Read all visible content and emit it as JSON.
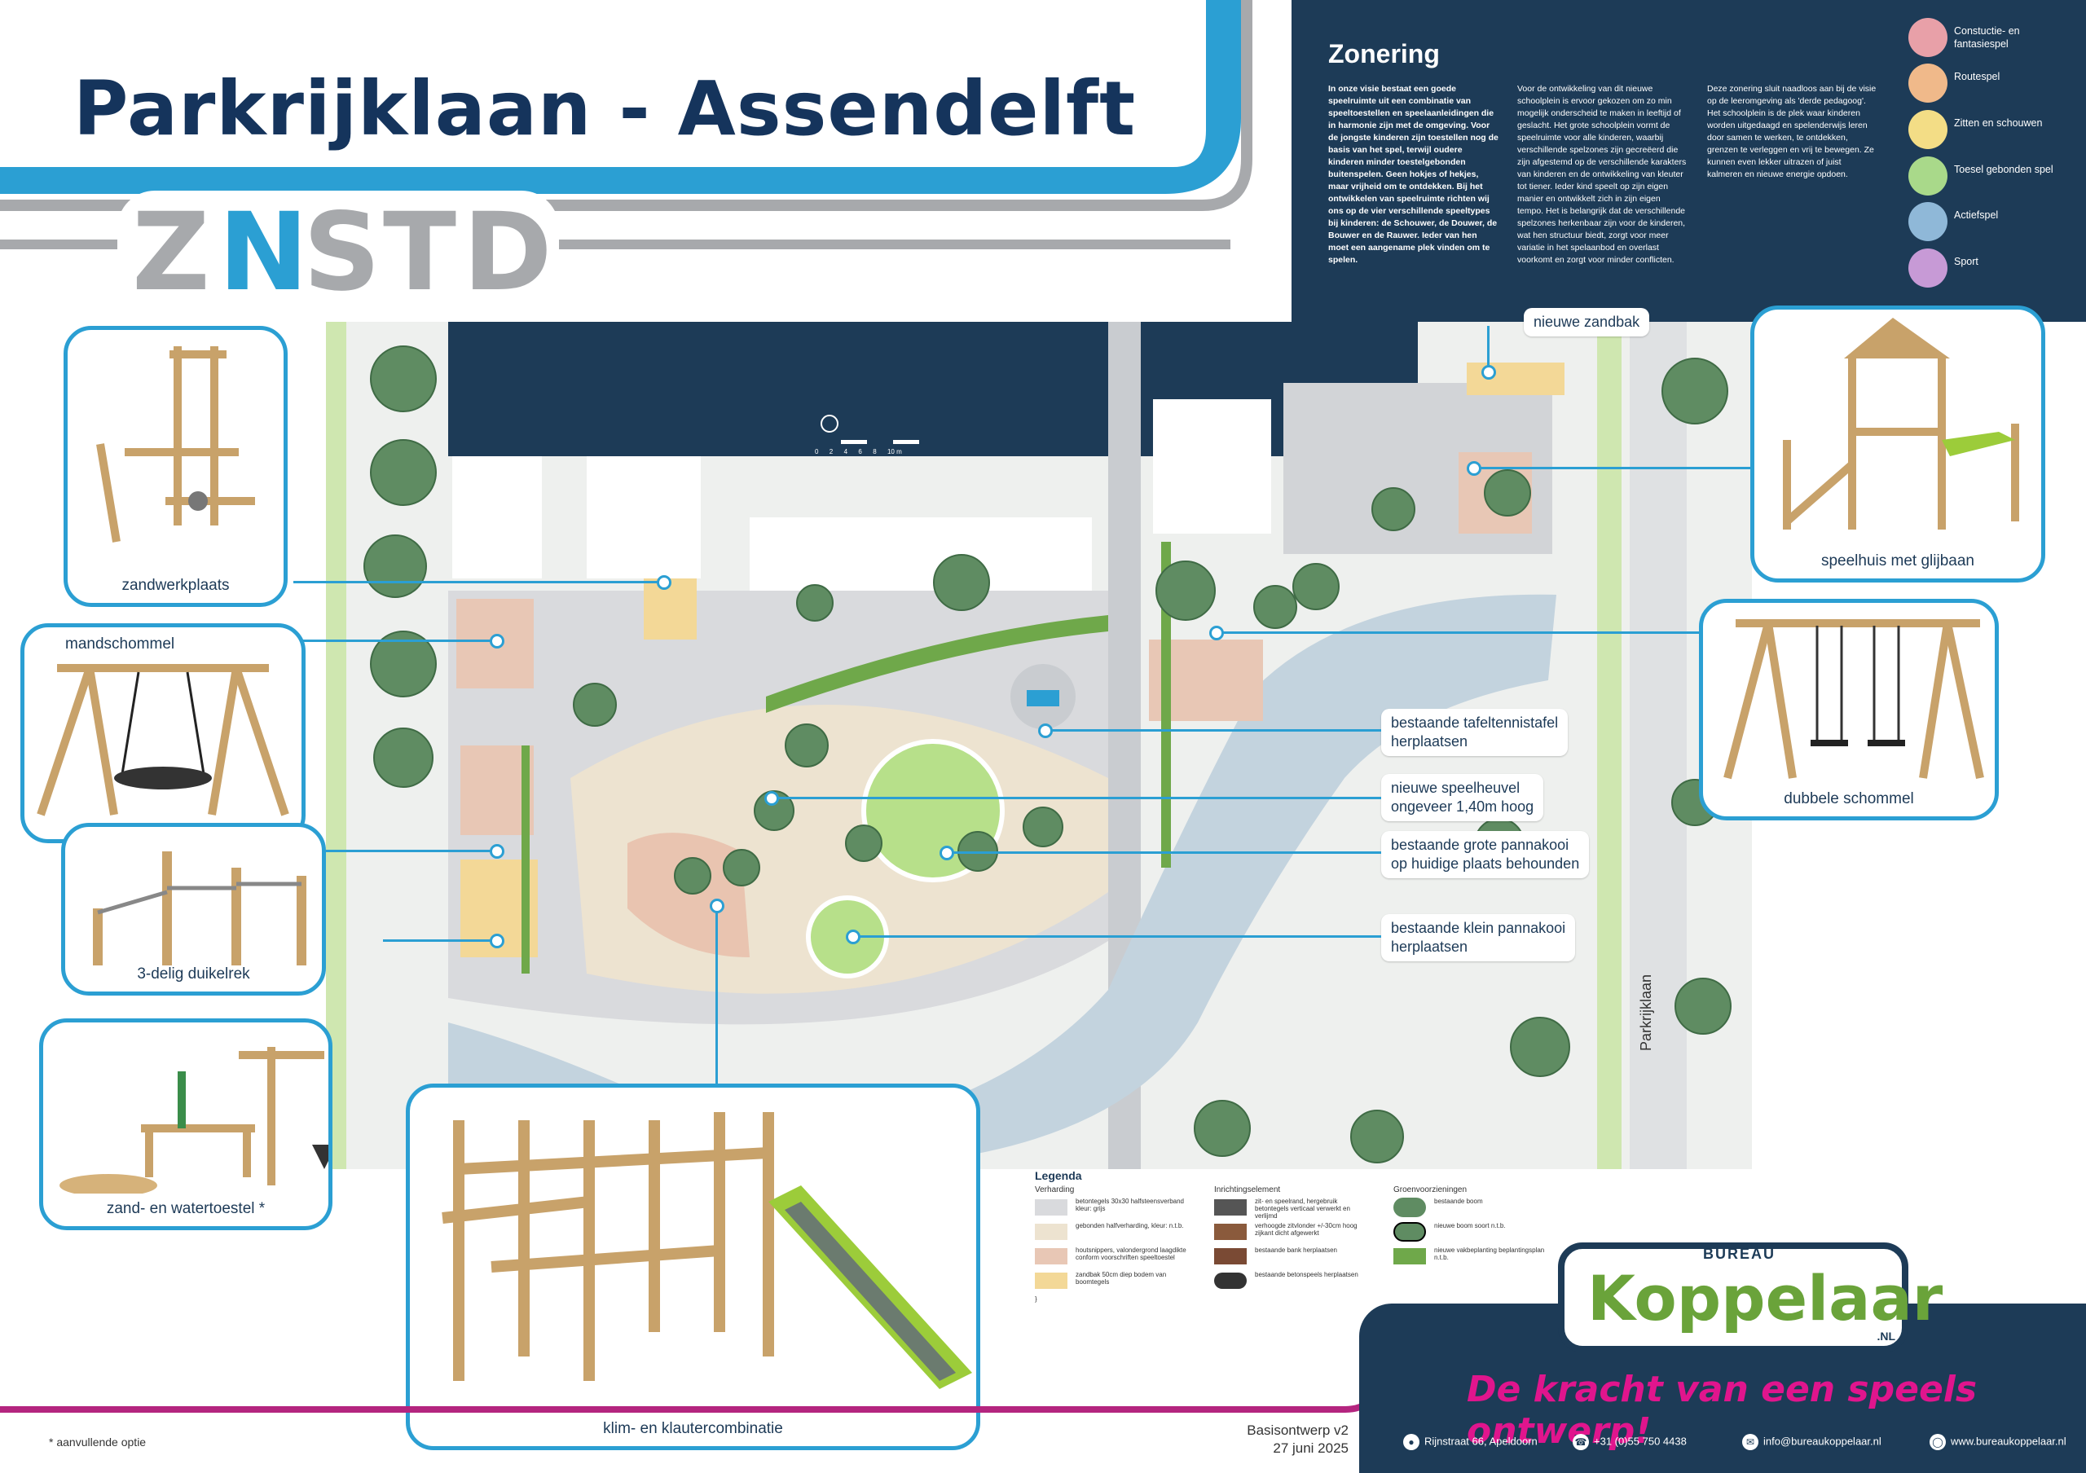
{
  "header": {
    "title": "Parkrijklaan - Assendelft",
    "logo_text": [
      "Z",
      "N",
      "S",
      "T",
      "D"
    ]
  },
  "zonering": {
    "title": "Zonering",
    "col1": "In onze visie bestaat een goede speelruimte uit een combinatie van speeltoestellen en speelaanleidingen die in harmonie zijn met de omgeving. Voor de jongste kinderen zijn toestellen nog de basis van het spel, terwijl oudere kinderen minder toestelgebonden buitenspelen. Geen hokjes of hekjes, maar vrijheid om te ontdekken. Bij het ontwikkelen van speelruimte richten wij ons op de vier verschillende speeltypes bij kinderen: de Schouwer, de Douwer, de Bouwer en de Rauwer. Ieder van hen moet een aangename plek vinden om te spelen.",
    "col2": "Voor de ontwikkeling van dit nieuwe schoolplein is ervoor gekozen om zo min mogelijk onderscheid te maken in leeftijd of geslacht. Het grote schoolplein vormt de speelruimte voor alle kinderen, waarbij verschillende spelzones zijn gecreëerd die zijn afgestemd op de verschillende karakters van kinderen en de ontwikkeling van kleuter tot tiener. Ieder kind speelt op zijn eigen manier en ontwikkelt zich in zijn eigen tempo. Het is belangrijk dat de verschillende spelzones herkenbaar zijn voor de kinderen, wat hen structuur biedt, zorgt voor meer variatie in het spelaanbod en overlast voorkomt en zorgt voor minder conflicten.",
    "col3": "Deze zonering sluit naadloos aan bij de visie op de leeromgeving als 'derde pedagoog'. Het schoolplein is de plek waar kinderen worden uitgedaagd en spelenderwijs leren door samen te werken, te ontdekken, grenzen te verleggen en vrij te bewegen. Ze kunnen even lekker uitrazen of juist kalmeren en nieuwe energie opdoen.",
    "zones": [
      {
        "label": "Constuctie- en fantasiespel",
        "color": "#e8a0a8"
      },
      {
        "label": "Routespel",
        "color": "#f0b98a"
      },
      {
        "label": "Zitten en schouwen",
        "color": "#f3dd86"
      },
      {
        "label": "Toesel gebonden spel",
        "color": "#a9d98a"
      },
      {
        "label": "Actiefspel",
        "color": "#8fb8d8"
      },
      {
        "label": "Sport",
        "color": "#c79ad6"
      }
    ]
  },
  "cards": {
    "zandwerkplaats": "zandwerkplaats",
    "mandschommel": "mandschommel",
    "duikelrek": "3-delig duikelrek",
    "zandwater": "zand- en watertoestel *",
    "klim": "klim- en klautercombinatie",
    "speelhuis": "speelhuis met glijbaan",
    "dubbele": "dubbele schommel"
  },
  "map_labels": {
    "zandbak": "nieuwe zandbak",
    "tafeltennis": [
      "bestaande tafeltennistafel",
      "herplaatsen"
    ],
    "speelheuvel": [
      "nieuwe speelheuvel",
      "ongeveer 1,40m hoog"
    ],
    "grote_pannakooi": [
      "bestaande grote pannakooi",
      "op huidige plaats behounden"
    ],
    "klein_pannakooi": [
      "bestaande klein pannakooi",
      "herplaatsen"
    ],
    "street": "Parkrijklaan",
    "scale_ticks": [
      "0",
      "2",
      "4",
      "6",
      "8",
      "10 m"
    ]
  },
  "legend": {
    "title": "Legenda",
    "verharding": "Verharding",
    "items_verharding": [
      "betontegels 30x30 halfsteensverband kleur: grijs",
      "gebonden halfverharding, kleur: n.t.b.",
      "houtsnippers, valondergrond laagdikte conform voorschriften speeltoestel",
      "zandbak 50cm diep bodem van boomtegels"
    ],
    "inrichting": "Inrichtingselement",
    "items_inrichting": [
      "zit- en speelrand, hergebruik betontegels verticaal verwerkt en verlijmd",
      "verhoogde zitvlonder +/-30cm hoog zijkant dicht afgewerkt",
      "bestaande bank herplaatsen",
      "bestaande betonspeels herplaatsen"
    ],
    "groen": "Groenvoorzieningen",
    "items_groen": [
      "bestaande boom",
      "nieuwe boom soort n.t.b.",
      "nieuwe vakbeplanting beplantingsplan n.t.b."
    ]
  },
  "footer": {
    "note": "* aanvullende optie",
    "version": "Basisontwerp v2",
    "date": "27 juni 2025",
    "brand_small": "BUREAU",
    "brand": "Koppelaar",
    "brand_suffix": ".NL",
    "tagline": "De kracht van een speels ontwerp!",
    "address": "Rijnstraat 66, Apeldoorn",
    "phone": "+31 (0)55 750 4438",
    "email": "info@bureaukoppelaar.nl",
    "web": "www.bureaukoppelaar.nl"
  }
}
